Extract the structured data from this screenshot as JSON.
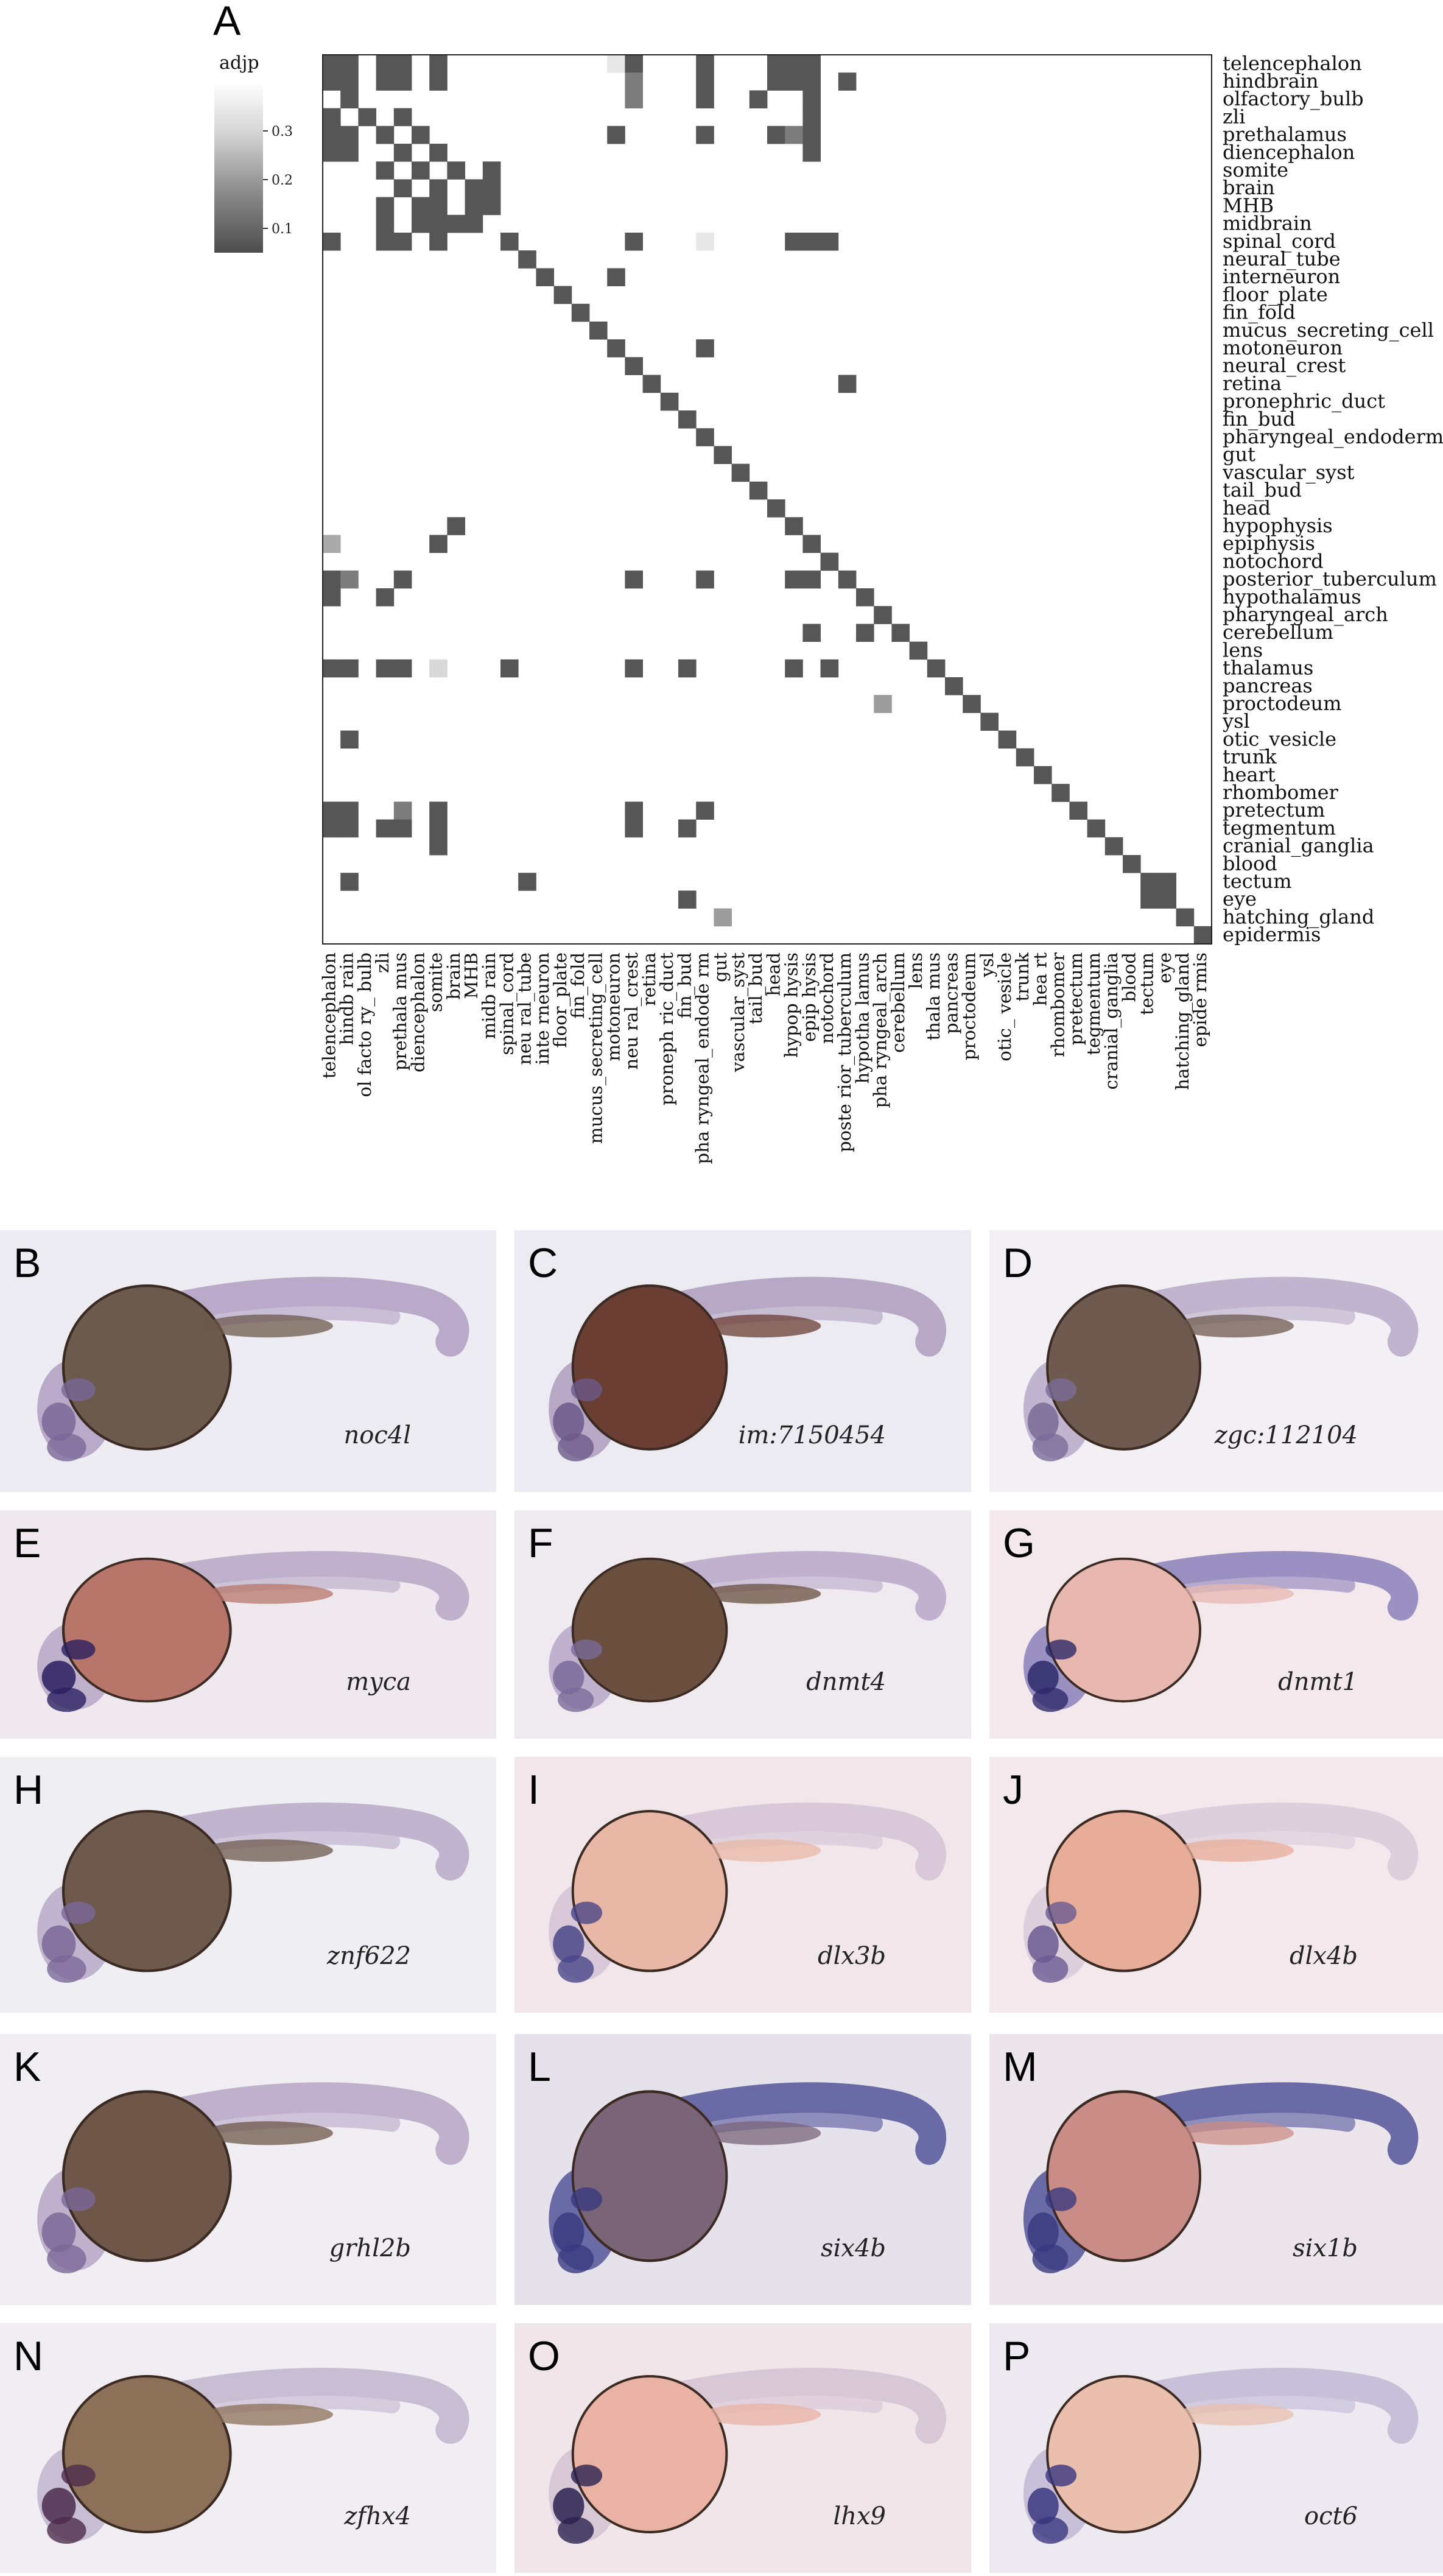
{
  "panel_a": {
    "letter": "A",
    "colorbar": {
      "title": "adjp",
      "ticks": [
        {
          "value": 0.3,
          "label": "0.3"
        },
        {
          "value": 0.2,
          "label": "0.2"
        },
        {
          "value": 0.1,
          "label": "0.1"
        }
      ],
      "range": [
        0.05,
        0.4
      ]
    }
  },
  "chart_data": {
    "type": "heatmap",
    "title": "",
    "legend_title": "adjp",
    "terms": [
      "telencephalon",
      "hindbrain",
      "olfactory_bulb",
      "zli",
      "prethalamus",
      "diencephalon",
      "somite",
      "brain",
      "MHB",
      "midbrain",
      "spinal_cord",
      "neural_tube",
      "interneuron",
      "floor_plate",
      "fin_fold",
      "mucus_secreting_cell",
      "motoneuron",
      "neural_crest",
      "retina",
      "pronephric_duct",
      "fin_bud",
      "pharyngeal_endoderm",
      "gut",
      "vascular_syst",
      "tail_bud",
      "head",
      "hypophysis",
      "epiphysis",
      "notochord",
      "posterior_tuberculum",
      "hypothalamus",
      "pharyngeal_arch",
      "cerebellum",
      "lens",
      "thalamus",
      "pancreas",
      "proctodeum",
      "ysl",
      "otic_vesicle",
      "trunk",
      "heart",
      "rhombomer",
      "pretectum",
      "tegmentum",
      "cranial_ganglia",
      "blood",
      "tectum",
      "eye",
      "hatching_gland",
      "epidermis"
    ],
    "row_labels": [
      "telencephalon",
      "hindbrain",
      "olfactory_bulb",
      "zli",
      "prethalamus",
      "diencephalon",
      "somite",
      "brain",
      "MHB",
      "midbrain",
      "spinal_cord",
      "neural_tube",
      "interneuron",
      "floor_plate",
      "fin_fold",
      "mucus_secreting_cell",
      "motoneuron",
      "neural_crest",
      "retina",
      "pronephric_duct",
      "fin_bud",
      "pharyngeal_endoderm",
      "gut",
      "vascular_syst",
      "tail_bud",
      "head",
      "hypophysis",
      "epiphysis",
      "notochord",
      "posterior_tuberculum",
      "hypothalamus",
      "pharyngeal_arch",
      "cerebellum",
      "lens",
      "thalamus",
      "pancreas",
      "proctodeum",
      "ysl",
      "otic_vesicle",
      "trunk",
      "heart",
      "rhombomer",
      "pretectum",
      "tegmentum",
      "cranial_ganglia",
      "blood",
      "tectum",
      "eye",
      "hatching_gland",
      "epidermis"
    ],
    "col_labels": [
      "telencephalon",
      "hindb rain",
      "ol facto ry_ bulb",
      "zli",
      "prethala mus",
      "diencephalon",
      "somite",
      "brain",
      "MHB",
      "midb rain",
      "spinal_cord",
      "neu ral_tube",
      "inte rneuron",
      "floor_plate",
      "fin_fold",
      "mucus_secreting_cell",
      "motoneuron",
      "neu ral_crest",
      "retina",
      "proneph ric_duct",
      "fin_bud",
      "pha ryngeal_endode rm",
      "gut",
      "vascular_syst",
      "tail_bud",
      "head",
      "hypop hysis",
      "epip hysis",
      "notochord",
      "poste rior_tuberculum",
      "hypotha lamus",
      "pha ryngeal_arch",
      "cerebellum",
      "lens",
      "thala mus",
      "pancreas",
      "proctodeum",
      "ysl",
      "otic_ vesicle",
      "trunk",
      "hea rt",
      "rhombomer",
      "pretectum",
      "tegmentum",
      "cranial_ganglia",
      "blood",
      "tectum",
      "eye",
      "hatching_gland",
      "epide rmis"
    ],
    "cells": [
      [
        0,
        0,
        0.07
      ],
      [
        0,
        1,
        0.07
      ],
      [
        0,
        3,
        0.07
      ],
      [
        0,
        4,
        0.07
      ],
      [
        0,
        6,
        0.07
      ],
      [
        0,
        16,
        0.38
      ],
      [
        0,
        17,
        0.07
      ],
      [
        0,
        21,
        0.07
      ],
      [
        0,
        25,
        0.07
      ],
      [
        0,
        26,
        0.07
      ],
      [
        0,
        27,
        0.07
      ],
      [
        1,
        0,
        0.07
      ],
      [
        1,
        1,
        0.07
      ],
      [
        1,
        3,
        0.07
      ],
      [
        1,
        4,
        0.07
      ],
      [
        1,
        6,
        0.07
      ],
      [
        1,
        17,
        0.15
      ],
      [
        1,
        21,
        0.07
      ],
      [
        1,
        25,
        0.07
      ],
      [
        1,
        26,
        0.07
      ],
      [
        1,
        27,
        0.07
      ],
      [
        1,
        29,
        0.07
      ],
      [
        2,
        1,
        0.07
      ],
      [
        2,
        17,
        0.15
      ],
      [
        2,
        21,
        0.07
      ],
      [
        2,
        24,
        0.07
      ],
      [
        2,
        27,
        0.07
      ],
      [
        3,
        0,
        0.07
      ],
      [
        3,
        2,
        0.07
      ],
      [
        3,
        4,
        0.07
      ],
      [
        3,
        27,
        0.07
      ],
      [
        4,
        0,
        0.07
      ],
      [
        4,
        1,
        0.07
      ],
      [
        4,
        3,
        0.07
      ],
      [
        4,
        5,
        0.07
      ],
      [
        4,
        16,
        0.07
      ],
      [
        4,
        21,
        0.07
      ],
      [
        4,
        25,
        0.07
      ],
      [
        4,
        26,
        0.15
      ],
      [
        4,
        27,
        0.07
      ],
      [
        5,
        0,
        0.07
      ],
      [
        5,
        1,
        0.07
      ],
      [
        5,
        4,
        0.07
      ],
      [
        5,
        6,
        0.07
      ],
      [
        5,
        27,
        0.07
      ],
      [
        6,
        3,
        0.07
      ],
      [
        6,
        5,
        0.07
      ],
      [
        6,
        7,
        0.07
      ],
      [
        6,
        9,
        0.07
      ],
      [
        7,
        4,
        0.07
      ],
      [
        7,
        6,
        0.07
      ],
      [
        7,
        8,
        0.07
      ],
      [
        7,
        9,
        0.07
      ],
      [
        8,
        3,
        0.07
      ],
      [
        8,
        5,
        0.07
      ],
      [
        8,
        6,
        0.07
      ],
      [
        8,
        8,
        0.07
      ],
      [
        8,
        9,
        0.07
      ],
      [
        9,
        3,
        0.07
      ],
      [
        9,
        5,
        0.07
      ],
      [
        9,
        6,
        0.07
      ],
      [
        9,
        7,
        0.07
      ],
      [
        9,
        8,
        0.07
      ],
      [
        10,
        0,
        0.07
      ],
      [
        10,
        3,
        0.07
      ],
      [
        10,
        4,
        0.07
      ],
      [
        10,
        6,
        0.07
      ],
      [
        10,
        10,
        0.07
      ],
      [
        10,
        17,
        0.07
      ],
      [
        10,
        21,
        0.38
      ],
      [
        10,
        26,
        0.07
      ],
      [
        10,
        27,
        0.07
      ],
      [
        10,
        28,
        0.07
      ],
      [
        11,
        11,
        0.07
      ],
      [
        12,
        12,
        0.07
      ],
      [
        12,
        16,
        0.07
      ],
      [
        13,
        13,
        0.07
      ],
      [
        14,
        14,
        0.07
      ],
      [
        15,
        15,
        0.07
      ],
      [
        16,
        16,
        0.07
      ],
      [
        16,
        21,
        0.07
      ],
      [
        17,
        17,
        0.07
      ],
      [
        18,
        18,
        0.07
      ],
      [
        18,
        29,
        0.07
      ],
      [
        19,
        19,
        0.07
      ],
      [
        20,
        20,
        0.07
      ],
      [
        21,
        21,
        0.07
      ],
      [
        22,
        22,
        0.07
      ],
      [
        23,
        23,
        0.07
      ],
      [
        24,
        24,
        0.07
      ],
      [
        25,
        25,
        0.07
      ],
      [
        26,
        7,
        0.07
      ],
      [
        26,
        26,
        0.07
      ],
      [
        27,
        0,
        0.25
      ],
      [
        27,
        6,
        0.07
      ],
      [
        27,
        27,
        0.07
      ],
      [
        28,
        28,
        0.07
      ],
      [
        29,
        0,
        0.07
      ],
      [
        29,
        1,
        0.15
      ],
      [
        29,
        4,
        0.07
      ],
      [
        29,
        17,
        0.07
      ],
      [
        29,
        21,
        0.07
      ],
      [
        29,
        26,
        0.07
      ],
      [
        29,
        27,
        0.07
      ],
      [
        29,
        29,
        0.07
      ],
      [
        30,
        0,
        0.07
      ],
      [
        30,
        3,
        0.07
      ],
      [
        30,
        30,
        0.07
      ],
      [
        31,
        31,
        0.07
      ],
      [
        32,
        27,
        0.07
      ],
      [
        32,
        30,
        0.07
      ],
      [
        32,
        32,
        0.07
      ],
      [
        33,
        33,
        0.07
      ],
      [
        34,
        0,
        0.07
      ],
      [
        34,
        1,
        0.07
      ],
      [
        34,
        3,
        0.07
      ],
      [
        34,
        4,
        0.07
      ],
      [
        34,
        6,
        0.35
      ],
      [
        34,
        10,
        0.07
      ],
      [
        34,
        17,
        0.07
      ],
      [
        34,
        20,
        0.07
      ],
      [
        34,
        26,
        0.07
      ],
      [
        34,
        28,
        0.07
      ],
      [
        34,
        34,
        0.07
      ],
      [
        35,
        35,
        0.07
      ],
      [
        36,
        31,
        0.22
      ],
      [
        36,
        36,
        0.07
      ],
      [
        37,
        37,
        0.07
      ],
      [
        38,
        1,
        0.07
      ],
      [
        38,
        38,
        0.07
      ],
      [
        39,
        39,
        0.07
      ],
      [
        40,
        40,
        0.07
      ],
      [
        41,
        41,
        0.07
      ],
      [
        42,
        0,
        0.07
      ],
      [
        42,
        1,
        0.07
      ],
      [
        42,
        4,
        0.15
      ],
      [
        42,
        6,
        0.07
      ],
      [
        42,
        17,
        0.07
      ],
      [
        42,
        21,
        0.07
      ],
      [
        42,
        42,
        0.07
      ],
      [
        43,
        0,
        0.07
      ],
      [
        43,
        1,
        0.07
      ],
      [
        43,
        3,
        0.07
      ],
      [
        43,
        4,
        0.07
      ],
      [
        43,
        6,
        0.07
      ],
      [
        43,
        17,
        0.07
      ],
      [
        43,
        20,
        0.07
      ],
      [
        43,
        43,
        0.07
      ],
      [
        44,
        6,
        0.07
      ],
      [
        44,
        44,
        0.07
      ],
      [
        45,
        45,
        0.07
      ],
      [
        46,
        1,
        0.07
      ],
      [
        46,
        11,
        0.07
      ],
      [
        46,
        46,
        0.07
      ],
      [
        46,
        47,
        0.07
      ],
      [
        47,
        20,
        0.07
      ],
      [
        47,
        46,
        0.07
      ],
      [
        47,
        47,
        0.07
      ],
      [
        48,
        22,
        0.22
      ],
      [
        48,
        48,
        0.07
      ],
      [
        49,
        49,
        0.07
      ]
    ],
    "color_range": [
      0.05,
      0.4
    ]
  },
  "panels": [
    {
      "letter": "B",
      "gene": "noc4l",
      "bg": "#eeecf3",
      "yolk": "#6c5a4c",
      "stain": "#7a6898",
      "tail": "#b8aac8"
    },
    {
      "letter": "C",
      "gene": "im:7150454",
      "bg": "#ecebf1",
      "yolk": "#6b3e33",
      "stain": "#6c5a8a",
      "tail": "#b7a9c6"
    },
    {
      "letter": "D",
      "gene": "zgc:112104",
      "bg": "#f2f0f5",
      "yolk": "#6e5a4e",
      "stain": "#7a6b98",
      "tail": "#c0b4cf"
    },
    {
      "letter": "E",
      "gene": "myca",
      "bg": "#efe9ef",
      "yolk": "#b77669",
      "stain": "#2a2060",
      "tail": "#bfb0cc"
    },
    {
      "letter": "F",
      "gene": "dnmt4",
      "bg": "#efe9f0",
      "yolk": "#6a4f3f",
      "stain": "#7a6a9a",
      "tail": "#c0b2cf"
    },
    {
      "letter": "G",
      "gene": "dnmt1",
      "bg": "#f3e8ec",
      "yolk": "#e8b7b0",
      "stain": "#2e2a6a",
      "tail": "#9a90c2"
    },
    {
      "letter": "H",
      "gene": "znf622",
      "bg": "#efeef3",
      "yolk": "#6e5a4c",
      "stain": "#7a6898",
      "tail": "#c0b4cf"
    },
    {
      "letter": "I",
      "gene": "dlx3b",
      "bg": "#f1e6ea",
      "yolk": "#e9b7a6",
      "stain": "#4a4688",
      "tail": "#d8c8d8"
    },
    {
      "letter": "J",
      "gene": "dlx4b",
      "bg": "#f3e8ec",
      "yolk": "#e8ad98",
      "stain": "#6a5a92",
      "tail": "#ddcfdc"
    },
    {
      "letter": "K",
      "gene": "grhl2b",
      "bg": "#f0eef3",
      "yolk": "#6e5748",
      "stain": "#7a6898",
      "tail": "#bfb0cc"
    },
    {
      "letter": "L",
      "gene": "six4b",
      "bg": "#e6e2ec",
      "yolk": "#7a6478",
      "stain": "#3a3a80",
      "tail": "#6a6aa6"
    },
    {
      "letter": "M",
      "gene": "six1b",
      "bg": "#ece6ec",
      "yolk": "#c98c86",
      "stain": "#3a3a80",
      "tail": "#6a6aa6"
    },
    {
      "letter": "N",
      "gene": "zfhx4",
      "bg": "#f0eef2",
      "yolk": "#8c7058",
      "stain": "#4c2c4c",
      "tail": "#c8bed3"
    },
    {
      "letter": "O",
      "gene": "lhx9",
      "bg": "#f0e6ea",
      "yolk": "#eab2a4",
      "stain": "#2a2250",
      "tail": "#d8c8d6"
    },
    {
      "letter": "P",
      "gene": "oct6",
      "bg": "#eceaf0",
      "yolk": "#eabfae",
      "stain": "#3a3680",
      "tail": "#c8bfd8"
    }
  ]
}
